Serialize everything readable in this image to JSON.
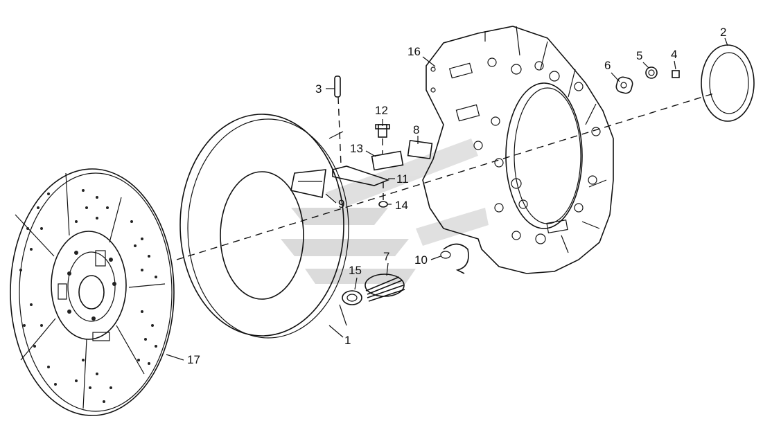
{
  "labels": {
    "p1": "1",
    "p2": "2",
    "p3": "3",
    "p4": "4",
    "p5": "5",
    "p6": "6",
    "p7": "7",
    "p8": "8",
    "p9": "9",
    "p10": "10",
    "p11": "11",
    "p12": "12",
    "p13": "13",
    "p14": "14",
    "p15": "15",
    "p16": "16",
    "p17": "17"
  },
  "colors": {
    "line": "#111111",
    "watermark": "#cfcfcf"
  }
}
